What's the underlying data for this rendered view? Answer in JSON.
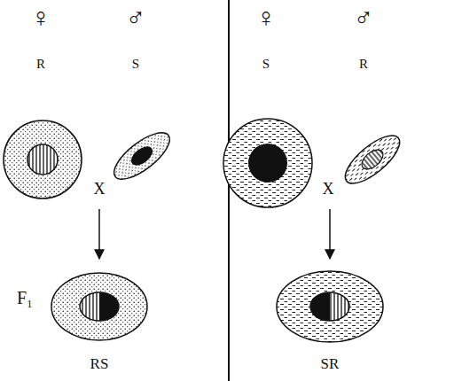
{
  "diagram": {
    "labels": [
      "♀",
      "♂",
      "♀",
      "♂",
      "R",
      "S",
      "S",
      "R",
      "X",
      "X",
      "F₁",
      "RS",
      "SR"
    ]
  }
}
